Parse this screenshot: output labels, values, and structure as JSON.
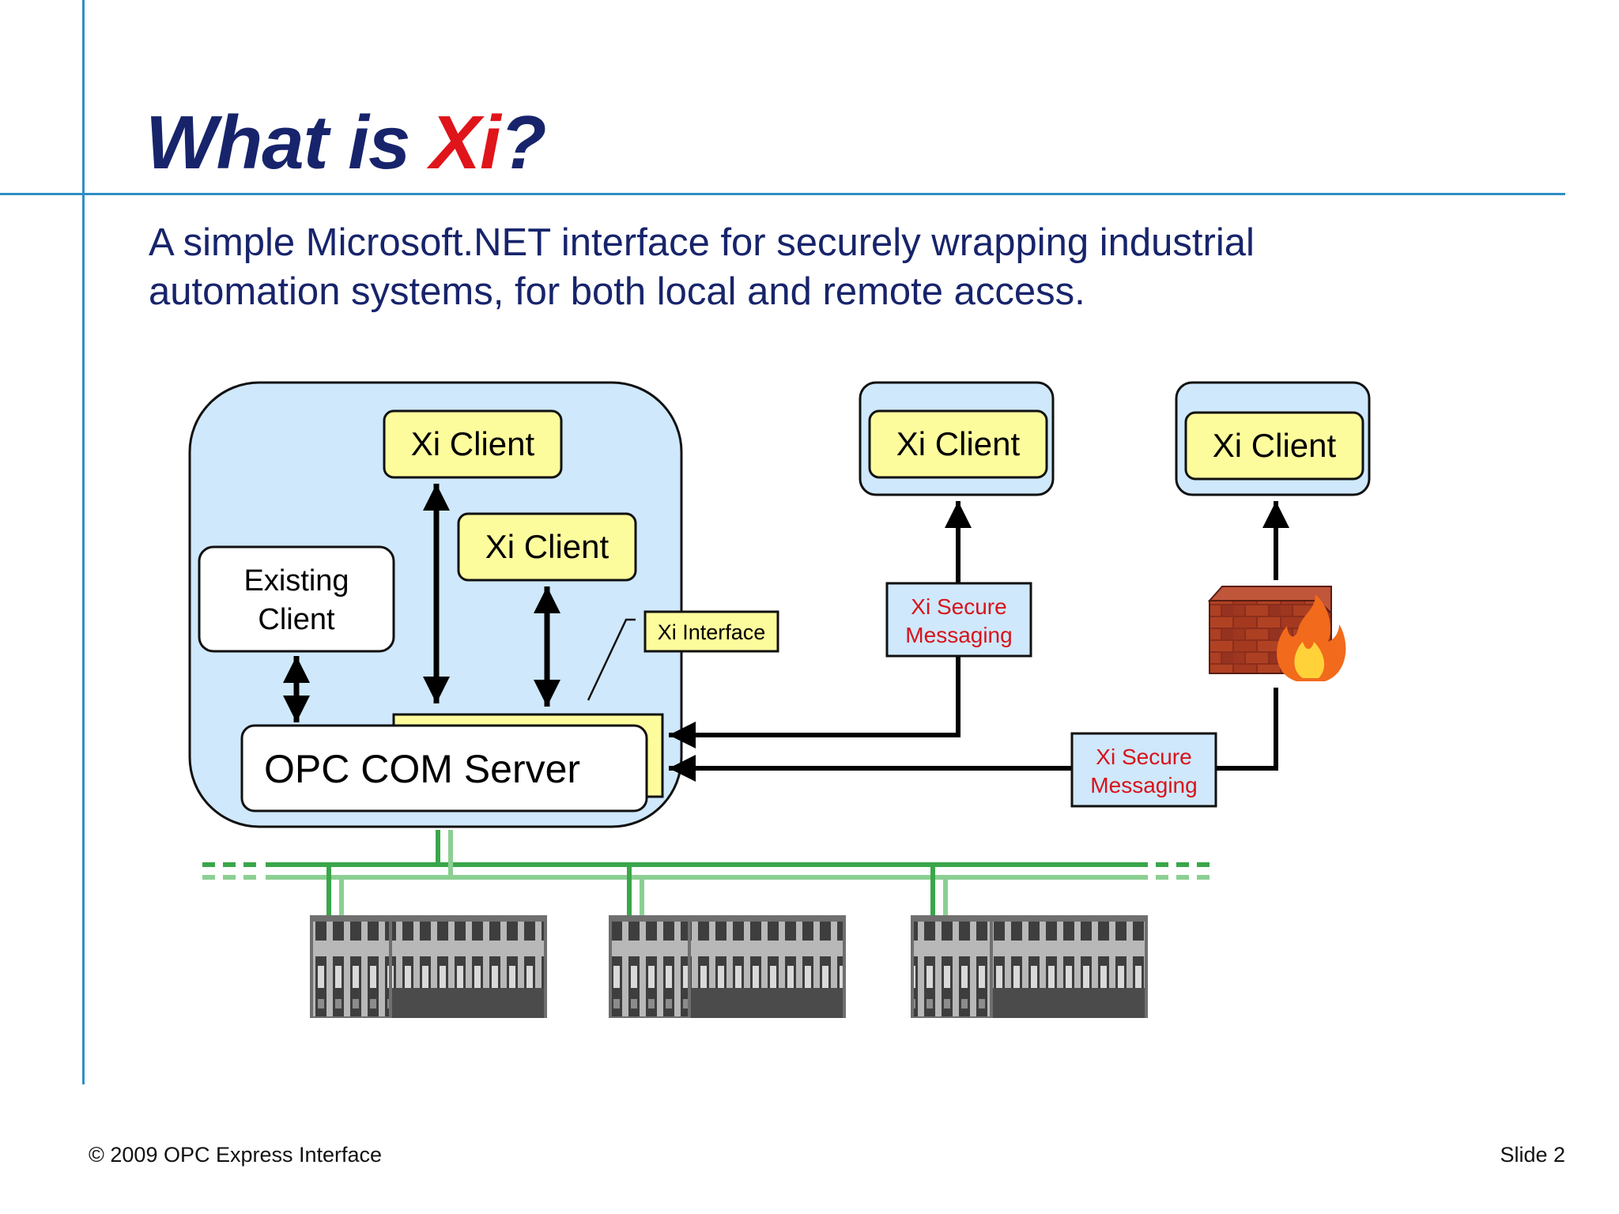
{
  "slide": {
    "title_prefix": "What is ",
    "title_highlight": "Xi",
    "title_suffix": "?",
    "subtitle_line1": "A simple Microsoft.NET interface for securely wrapping industrial",
    "subtitle_line2": "automation systems, for both local and remote access.",
    "footer_copyright": "© 2009 OPC Express Interface",
    "footer_slide": "Slide 2"
  },
  "diagram": {
    "xi_client_label": "Xi Client",
    "existing_client_line1": "Existing",
    "existing_client_line2": "Client",
    "xi_interface_label": "Xi Interface",
    "opc_server_label": "OPC COM Server",
    "secure_messaging_line1": "Xi Secure",
    "secure_messaging_line2": "Messaging",
    "firewall_icon": "firewall-icon",
    "controller_icon": "controller-rack-icon"
  },
  "colors": {
    "title_blue": "#17246b",
    "title_red": "#e0141b",
    "rule_blue": "#2f8ec4",
    "container_blue": "#cfe8fb",
    "client_yellow": "#fdfc9d",
    "messaging_red": "#d8121b",
    "network_green": "#3aa64a"
  }
}
